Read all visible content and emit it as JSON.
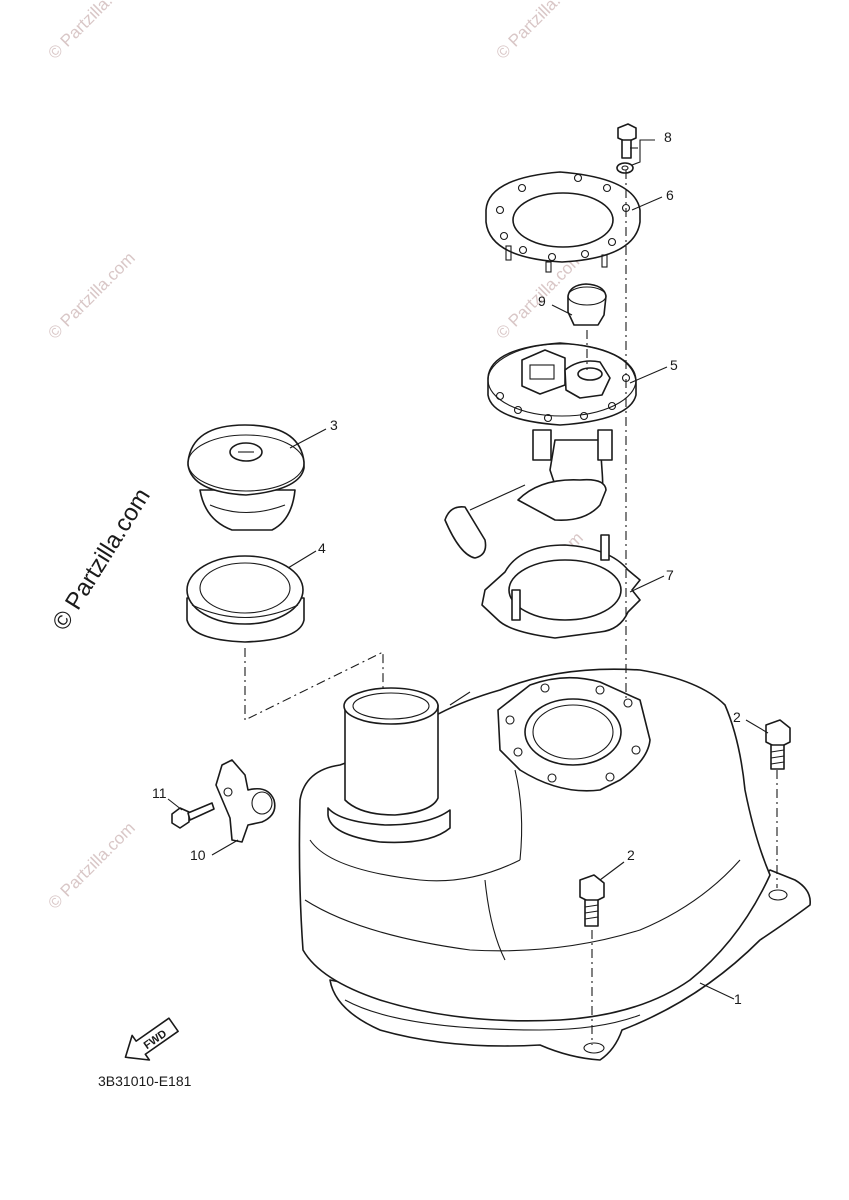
{
  "watermark": {
    "small": "© Partzilla.com",
    "large": "© Partzilla.com"
  },
  "callouts": {
    "c1": "1",
    "c2a": "2",
    "c2b": "2",
    "c3": "3",
    "c4": "4",
    "c5": "5",
    "c6": "6",
    "c7": "7",
    "c8": "8",
    "c9": "9",
    "c10": "10",
    "c11": "11"
  },
  "fwd_label": "FWD",
  "diagram_code": "3B31010-E181"
}
